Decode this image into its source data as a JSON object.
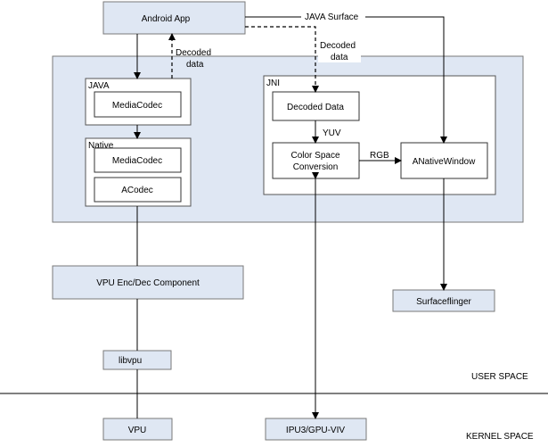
{
  "nodes": {
    "android_app": "Android App",
    "java_group": "JAVA",
    "java_mediacodec": "MediaCodec",
    "native_group": "Native",
    "native_mediacodec": "MediaCodec",
    "acodec": "ACodec",
    "jni_group": "JNI",
    "decoded_data": "Decoded Data",
    "color_space_line1": "Color Space",
    "color_space_line2": "Conversion",
    "anative_window": "ANativeWindow",
    "vpu_component": "VPU Enc/Dec Component",
    "surfaceflinger": "Surfaceflinger",
    "libvpu": "libvpu",
    "vpu": "VPU",
    "ipu": "IPU3/GPU-VIV"
  },
  "edges": {
    "java_surface": "JAVA Surface",
    "decoded1_line1": "Decoded",
    "decoded1_line2": "data",
    "decoded2_line1": "Decoded",
    "decoded2_line2": "data",
    "yuv": "YUV",
    "rgb": "RGB"
  },
  "regions": {
    "user_space": "USER SPACE",
    "kernel_space": "KERNEL SPACE"
  }
}
